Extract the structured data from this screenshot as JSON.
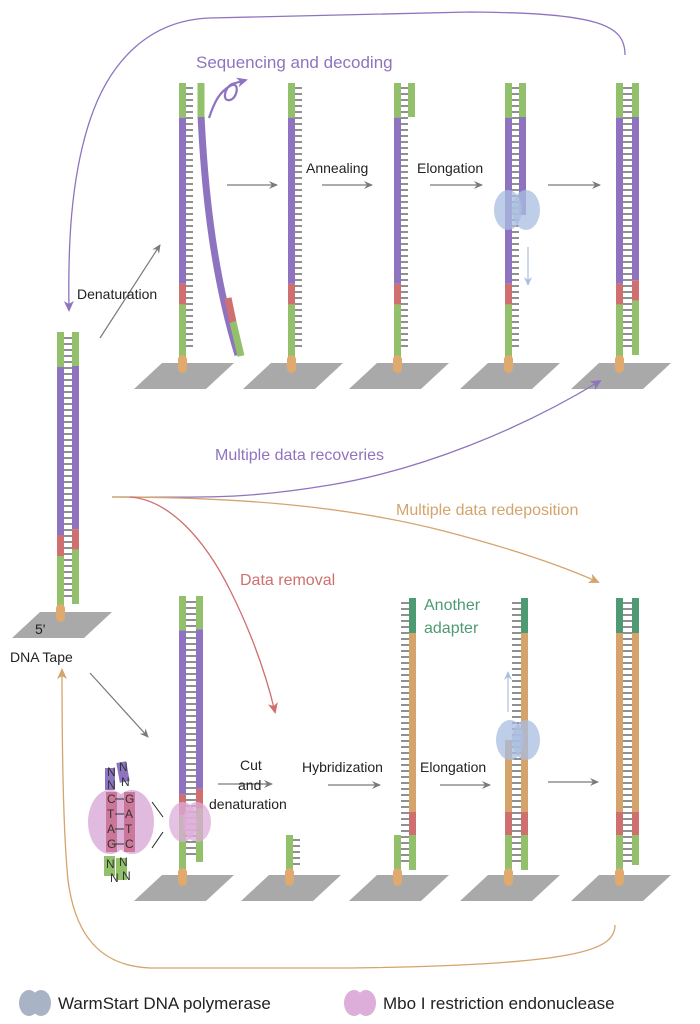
{
  "title": "DNA Tape data storage workflow",
  "colors": {
    "adapter": "#93c06a",
    "adapter_alt": "#4e9a73",
    "data_purple": "#8e74c0",
    "data_orange": "#d4a46c",
    "cut_site": "#cf6f6f",
    "anchor": "#e0a96d",
    "platform": "#a9a9a9",
    "polymerase": "#a9bee0",
    "endonuclease": "#dcaed9",
    "arrow_gray": "#7a7a7a",
    "arrow_purple": "#8e74c0",
    "arrow_red": "#cf6f6f",
    "arrow_orange": "#d4a46c",
    "label_green": "#4e9a73"
  },
  "labels": {
    "sequencing": "Sequencing and decoding",
    "denaturation": "Denaturation",
    "annealing": "Annealing",
    "elongation_top": "Elongation",
    "recoveries": "Multiple data recoveries",
    "redeposition": "Multiple data redeposition",
    "removal": "Data removal",
    "another_adapter_1": "Another",
    "another_adapter_2": "adapter",
    "five_prime": "5'",
    "dna_tape": "DNA Tape",
    "cut_1": "Cut",
    "cut_2": "and",
    "cut_3": "denaturation",
    "hybridization": "Hybridization",
    "elongation_bottom": "Elongation"
  },
  "recognition_site": {
    "top_left": [
      "N",
      "N"
    ],
    "top_right": [
      "N",
      "N"
    ],
    "left_strand": [
      "C",
      "T",
      "A",
      "G"
    ],
    "right_strand": [
      "G",
      "A",
      "T",
      "C"
    ],
    "bottom_left": [
      "N",
      "N"
    ],
    "bottom_right": [
      "N",
      "N"
    ]
  },
  "legend": [
    {
      "label": "WarmStart DNA polymerase",
      "icon": "polymerase-icon",
      "color": "#a9b3c6"
    },
    {
      "label": "Mbo I restriction endonuclease",
      "icon": "endonuclease-icon",
      "color": "#dcaed9"
    }
  ]
}
